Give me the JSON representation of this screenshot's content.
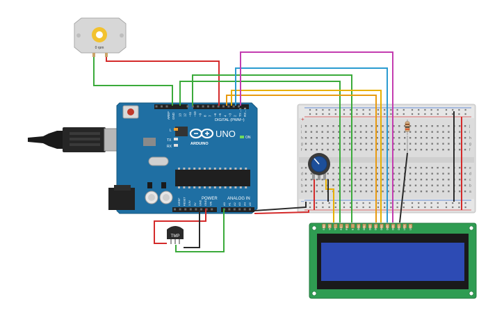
{
  "motor": {
    "rpm_label": "0 rpm"
  },
  "arduino": {
    "digital_label": "DIGITAL (PWM~)",
    "analog_label": "ANALOG IN",
    "power_label": "POWER",
    "model_label": "UNO",
    "brand_label": "ARDUINO",
    "on_label": "ON",
    "led_l": "L",
    "led_tx": "TX",
    "led_rx": "RX",
    "aref_label": "AREF",
    "gnd_label": "GND",
    "power_pins": [
      "IOREF",
      "RESET",
      "3.3V",
      "5V",
      "GND",
      "GND",
      "VIN"
    ],
    "analog_pins": [
      "A0",
      "A1",
      "A2",
      "A3",
      "A4",
      "A5"
    ],
    "digital_pins": [
      "13",
      "12",
      "~11",
      "~10",
      "~9",
      "8",
      "7",
      "~6",
      "~5",
      "4",
      "~3",
      "2",
      "TX→1",
      "RX←0"
    ]
  },
  "sensor": {
    "label": "TMP"
  },
  "breadboard": {
    "row_letters_top": [
      "j",
      "i",
      "h",
      "g",
      "f"
    ],
    "row_letters_bottom": [
      "e",
      "d",
      "c",
      "b",
      "a"
    ]
  },
  "lcd": {
    "pins": [
      "GND",
      "VCC",
      "V0",
      "RS",
      "RW",
      "E",
      "DB0",
      "DB1",
      "DB2",
      "DB3",
      "DB4",
      "DB5",
      "DB6",
      "DB7",
      "LED",
      "LED"
    ]
  },
  "colors": {
    "arduino_board": "#1f6fa3",
    "breadboard": "#dedede",
    "lcd_board": "#2f9c52",
    "lcd_screen": "#2d4bb4",
    "wire_green": "#3aaa3a",
    "wire_red": "#d42a2a",
    "wire_black": "#2a2a2a",
    "wire_yellow": "#e8b000",
    "wire_orange": "#e89a10",
    "wire_blue": "#2a9bd0",
    "wire_magenta": "#c33cb0"
  }
}
